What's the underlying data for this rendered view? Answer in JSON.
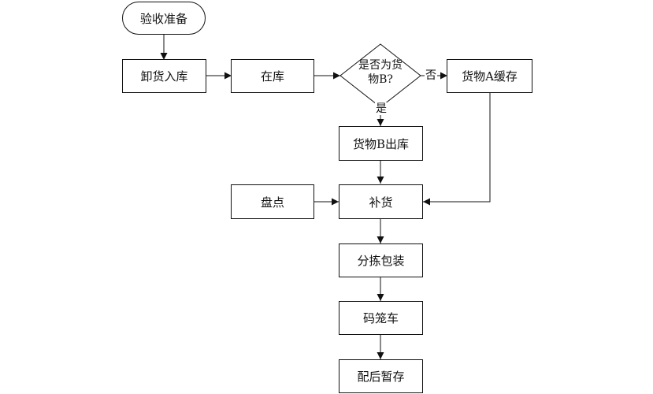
{
  "nodes": {
    "start": "验收准备",
    "unload": "卸货入库",
    "in_stock": "在库",
    "decision": {
      "line1": "是否为货",
      "line2": "物B?"
    },
    "cache_a": "货物A缓存",
    "out_b": "货物B出库",
    "inventory": "盘点",
    "replenish": "补货",
    "sort_pack": "分拣包装",
    "stack_cage": "码笼车",
    "stage": "配后暂存"
  },
  "edge_labels": {
    "no": "否",
    "yes": "是"
  },
  "colors": {
    "stroke": "#111111",
    "background": "#ffffff"
  }
}
